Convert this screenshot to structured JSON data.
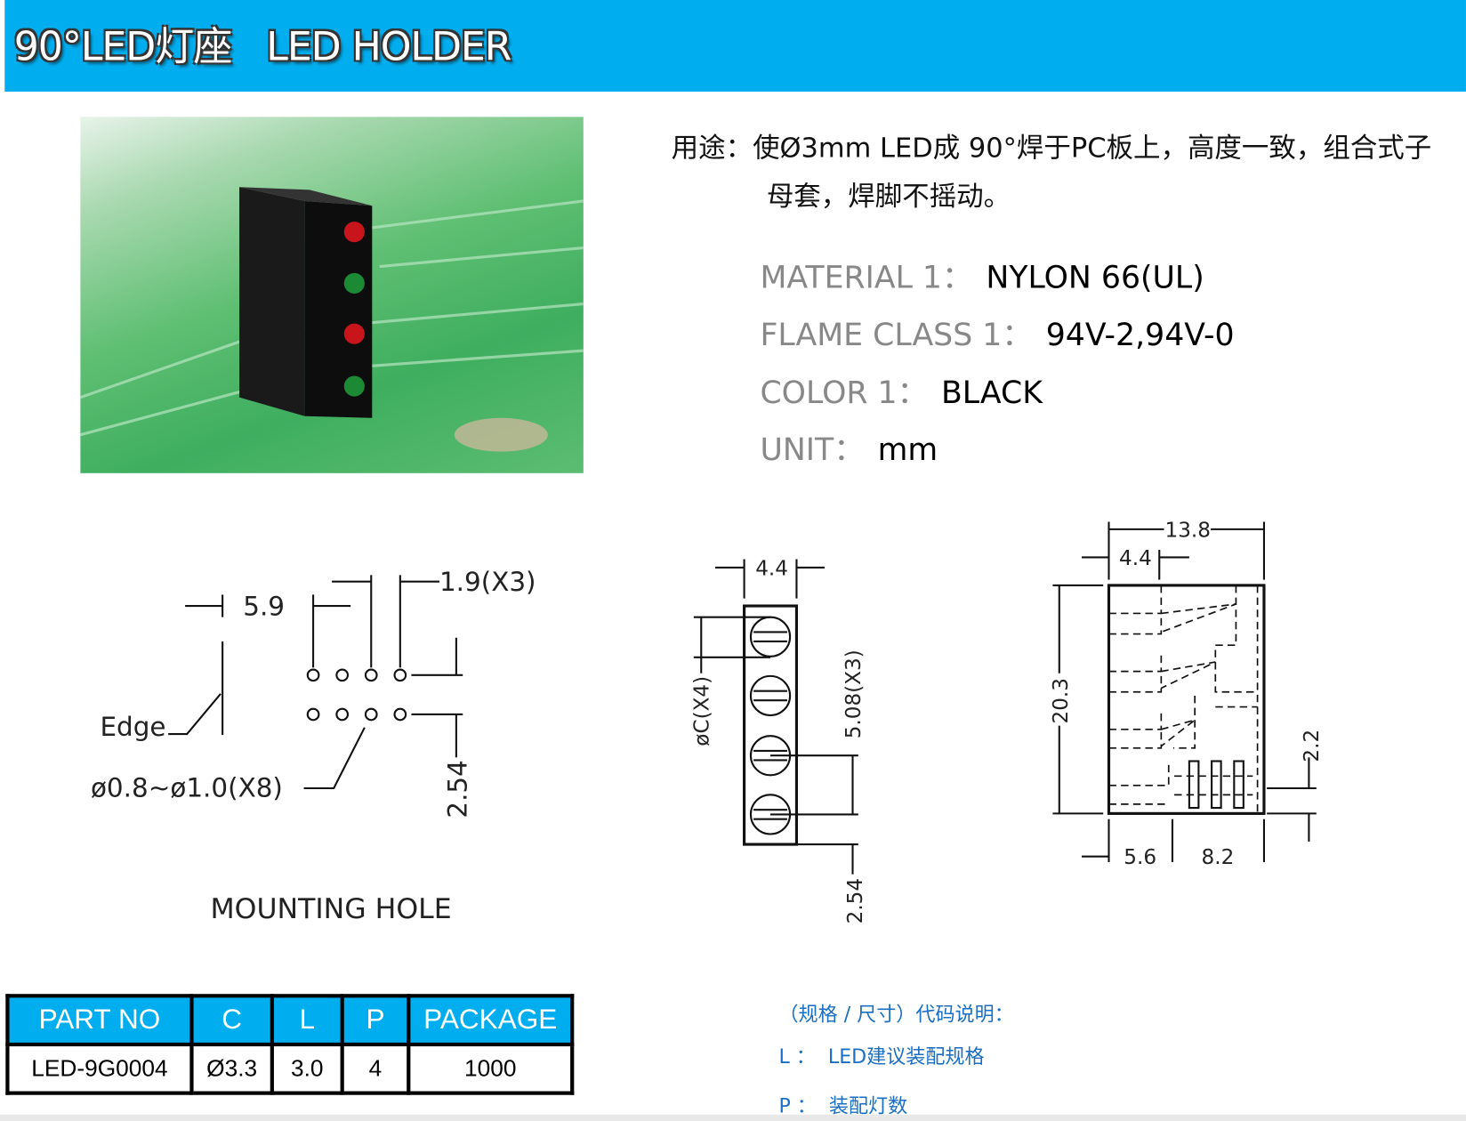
{
  "header": {
    "title": "90°LED灯座   LED HOLDER",
    "color": "#00aeef"
  },
  "usage": {
    "label": "用途：",
    "line1": "使Ø3mm LED成 90°焊于PC板上，高度一致，组合式子",
    "line2": "母套，焊脚不摇动。"
  },
  "specs": [
    {
      "label": "MATERIAL 1：",
      "value": "NYLON 66(UL)"
    },
    {
      "label": "FLAME CLASS 1：",
      "value": "94V-2,94V-0"
    },
    {
      "label": "COLOR 1：",
      "value": "BLACK"
    },
    {
      "label": "UNIT：",
      "value": "mm"
    }
  ],
  "mounting": {
    "title": "MOUNTING  HOLE",
    "edge": "Edge",
    "dim_5_9": "5.9",
    "dim_pitch": "1.9(X3)",
    "hole_dia": "ø0.8~ø1.0(X8)",
    "dim_2_54": "2.54"
  },
  "side_view": {
    "dim_width": "4.4",
    "dim_c": "øC(X4)",
    "dim_pitch": "5.08(X3)",
    "dim_2_54": "2.54"
  },
  "front_view": {
    "dim_total": "13.8",
    "dim_4_4": "4.4",
    "dim_height": "20.3",
    "dim_2_2": "2.2",
    "dim_5_6": "5.6",
    "dim_8_2": "8.2"
  },
  "table": {
    "headers": [
      "PART NO",
      "C",
      "L",
      "P",
      "PACKAGE"
    ],
    "rows": [
      [
        "LED-9G0004",
        "Ø3.3",
        "3.0",
        "4",
        "1000"
      ]
    ]
  },
  "notes": {
    "title": "（规格 / 尺寸）代码说明：",
    "l": "L ：  LED建议装配规格",
    "p": "P ：  装配灯数",
    "color": "#1a6fc4"
  }
}
